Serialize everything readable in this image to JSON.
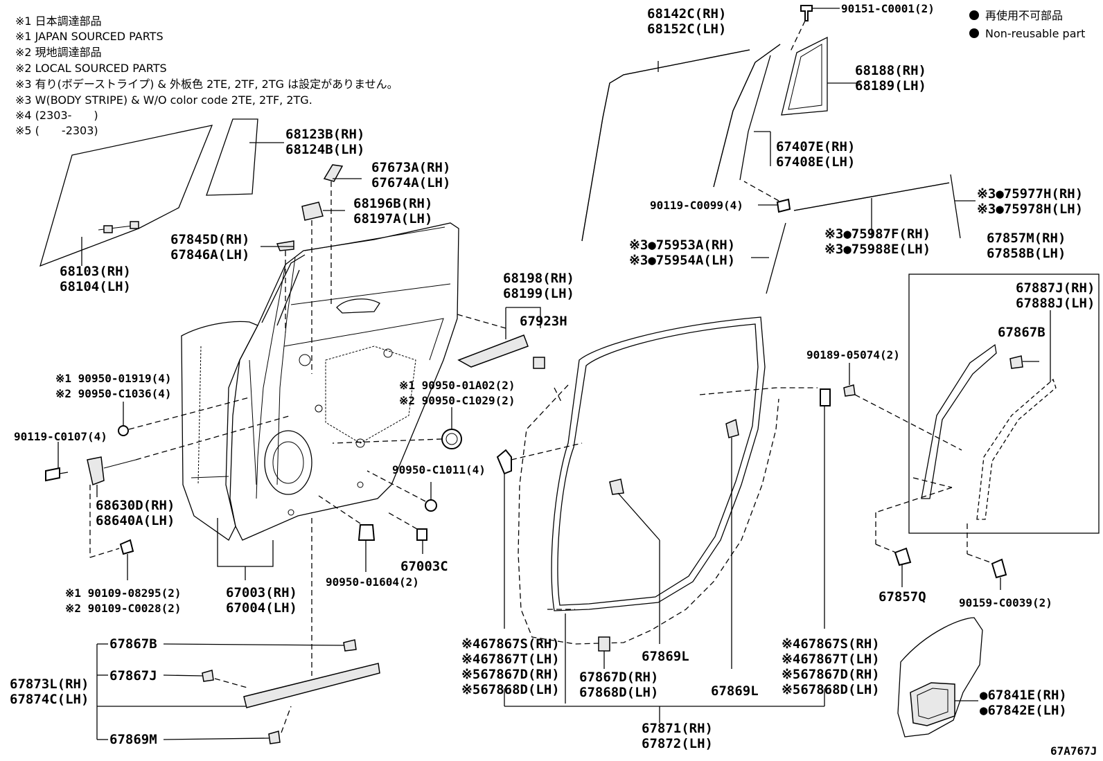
{
  "notes": [
    "※1 日本調達部品",
    "※1 JAPAN SOURCED PARTS",
    "※2 現地調達部品",
    "※2 LOCAL SOURCED PARTS",
    "※3 有り(ボデーストライプ) & 外板色 2TE, 2TF, 2TG は設定がありません。",
    "※3 W(BODY STRIPE) & W/O color code 2TE, 2TF, 2TG.",
    "※4 (2303-　　)",
    "※5 (　　-2303)"
  ],
  "legend": {
    "jp": "再使用不可部品",
    "en": "Non-reusable part"
  },
  "diagram_code": "67A767J",
  "callouts": {
    "c68142_rh": "68142C(RH)",
    "c68152_lh": "68152C(LH)",
    "c90151": "90151-C0001(2)",
    "c68188_rh": "68188(RH)",
    "c68189_lh": "68189(LH)",
    "c67407_rh": "67407E(RH)",
    "c67408_lh": "67408E(LH)",
    "c90119_c0099": "90119-C0099(4)",
    "c75977_rh": "※3●75977H(RH)",
    "c75978_lh": "※3●75978H(LH)",
    "c75987_rh": "※3●75987F(RH)",
    "c75988_lh": "※3●75988E(LH)",
    "c75953_rh": "※3●75953A(RH)",
    "c75954_lh": "※3●75954A(LH)",
    "c67857m_rh": "67857M(RH)",
    "c67858b_lh": "67858B(LH)",
    "c67887j_rh": "67887J(RH)",
    "c67888j_lh": "67888J(LH)",
    "c67867b_right": "67867B",
    "c90189": "90189-05074(2)",
    "c68123_rh": "68123B(RH)",
    "c68124_lh": "68124B(LH)",
    "c67673_rh": "67673A(RH)",
    "c67674_lh": "67674A(LH)",
    "c68196_rh": "68196B(RH)",
    "c68197_lh": "68197A(LH)",
    "c67845_rh": "67845D(RH)",
    "c67846_lh": "67846A(LH)",
    "c68103_rh": "68103(RH)",
    "c68104_lh": "68104(LH)",
    "c68198_rh": "68198(RH)",
    "c68199_lh": "68199(LH)",
    "c67923h": "67923H",
    "c90950_01919": "※1 90950-01919(4)",
    "c90950_c1036": "※2 90950-C1036(4)",
    "c90950_01a02": "※1 90950-01A02(2)",
    "c90950_c1029": "※2 90950-C1029(2)",
    "c90119_c0107": "90119-C0107(4)",
    "c90950_c1011": "90950-C1011(4)",
    "c68630_rh": "68630D(RH)",
    "c68640_lh": "68640A(LH)",
    "c67003c": "67003C",
    "c90950_01604": "90950-01604(2)",
    "c90109_08295": "※1 90109-08295(2)",
    "c90109_c0028": "※2 90109-C0028(2)",
    "c67003_rh": "67003(RH)",
    "c67004_lh": "67004(LH)",
    "c67857q": "67857Q",
    "c90159": "90159-C0039(2)",
    "c67867b_bottom": "67867B",
    "c67867j": "67867J",
    "c67873_rh": "67873L(RH)",
    "c67874_lh": "67874C(LH)",
    "c67869m": "67869M",
    "l_67867s_rh": "※467867S(RH)",
    "l_67867t_lh": "※467867T(LH)",
    "l_67867d_rh": "※567867D(RH)",
    "l_67868d_lh": "※567868D(LH)",
    "c67867d_rh": "67867D(RH)",
    "c67868d_lh": "67868D(LH)",
    "c67869l_a": "67869L",
    "c67869l_b": "67869L",
    "r_67867s_rh": "※467867S(RH)",
    "r_67867t_lh": "※467867T(LH)",
    "r_67867d_rh": "※567867D(RH)",
    "r_67868d_lh": "※567868D(LH)",
    "c67871_rh": "67871(RH)",
    "c67872_lh": "67872(LH)",
    "c67841_rh": "●67841E(RH)",
    "c67842_lh": "●67842E(LH)"
  }
}
